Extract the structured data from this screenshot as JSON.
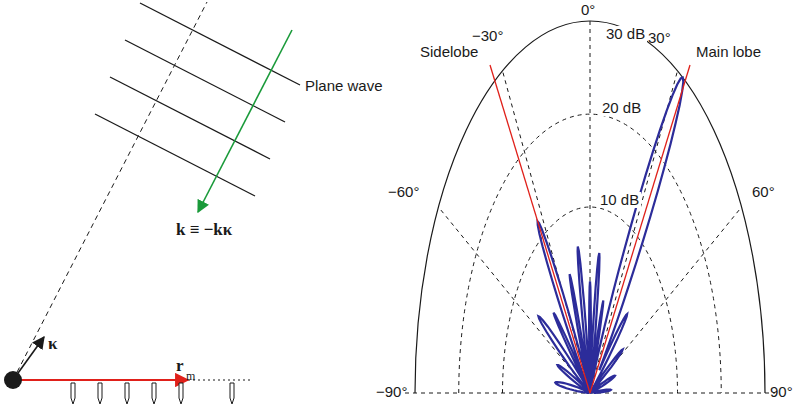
{
  "diagram": {
    "labels": [
      "Plane wave",
      "k ≡ −kκ",
      "κ",
      "r",
      "m",
      "Sidelobe",
      "Main lobe",
      "0°",
      "30 dB",
      "−30°",
      "30°",
      "20 dB",
      "−60°",
      "60°",
      "10 dB",
      "−90°",
      "90°"
    ]
  }
}
